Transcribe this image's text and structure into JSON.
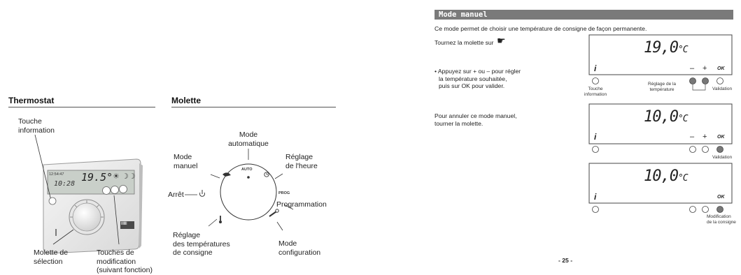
{
  "thermostat": {
    "title": "Thermostat",
    "touche_information": [
      "Touche",
      "information"
    ],
    "molette_selection": [
      "Molette de",
      "sélection"
    ],
    "touches_modification": [
      "Touches de",
      "modification",
      "(suivant fonction)"
    ],
    "lcd_small_top": "12:54:47",
    "lcd_small_bottom": "10:28",
    "lcd_temp": "19.5°",
    "device_logo": "IIIIIII"
  },
  "molette": {
    "title": "Molette",
    "mode_automatique": [
      "Mode",
      "automatique"
    ],
    "mode_manuel": [
      "Mode",
      "manuel"
    ],
    "reglage_heure": [
      "Réglage",
      "de l'heure"
    ],
    "arret": "Arrêt",
    "programmation": "Programmation",
    "reglage_temperatures": [
      "Réglage",
      "des températures",
      "de consigne"
    ],
    "mode_configuration": [
      "Mode",
      "configuration"
    ],
    "dial_auto": "AUTO",
    "dial_prog": "PROG"
  },
  "mode_manuel": {
    "header": "Mode manuel",
    "intro": "Ce mode permet de choisir une température de consigne de façon permanente.",
    "tournez": "Tournez la molette sur",
    "bullet": [
      "• Appuyez sur + ou – pour régler",
      "la température souhaitée,",
      "puis sur OK pour valider."
    ],
    "annuler": [
      "Pour annuler ce mode manuel,",
      "tourner la molette."
    ],
    "page_number": "- 25 -",
    "lcd1_value": "19,0",
    "lcd2_value": "10,0",
    "lcd3_value": "10,0",
    "lcd_unit": "°C",
    "i_label": "i",
    "minus": "–",
    "plus": "+",
    "ok": "OK",
    "touche_information": [
      "Touche",
      "information"
    ],
    "reglage_temperature": [
      "Réglage de la",
      "température"
    ],
    "validation": "Validation",
    "validation2": "Validation",
    "modification_consigne": [
      "Modification",
      "de la consigne"
    ]
  }
}
